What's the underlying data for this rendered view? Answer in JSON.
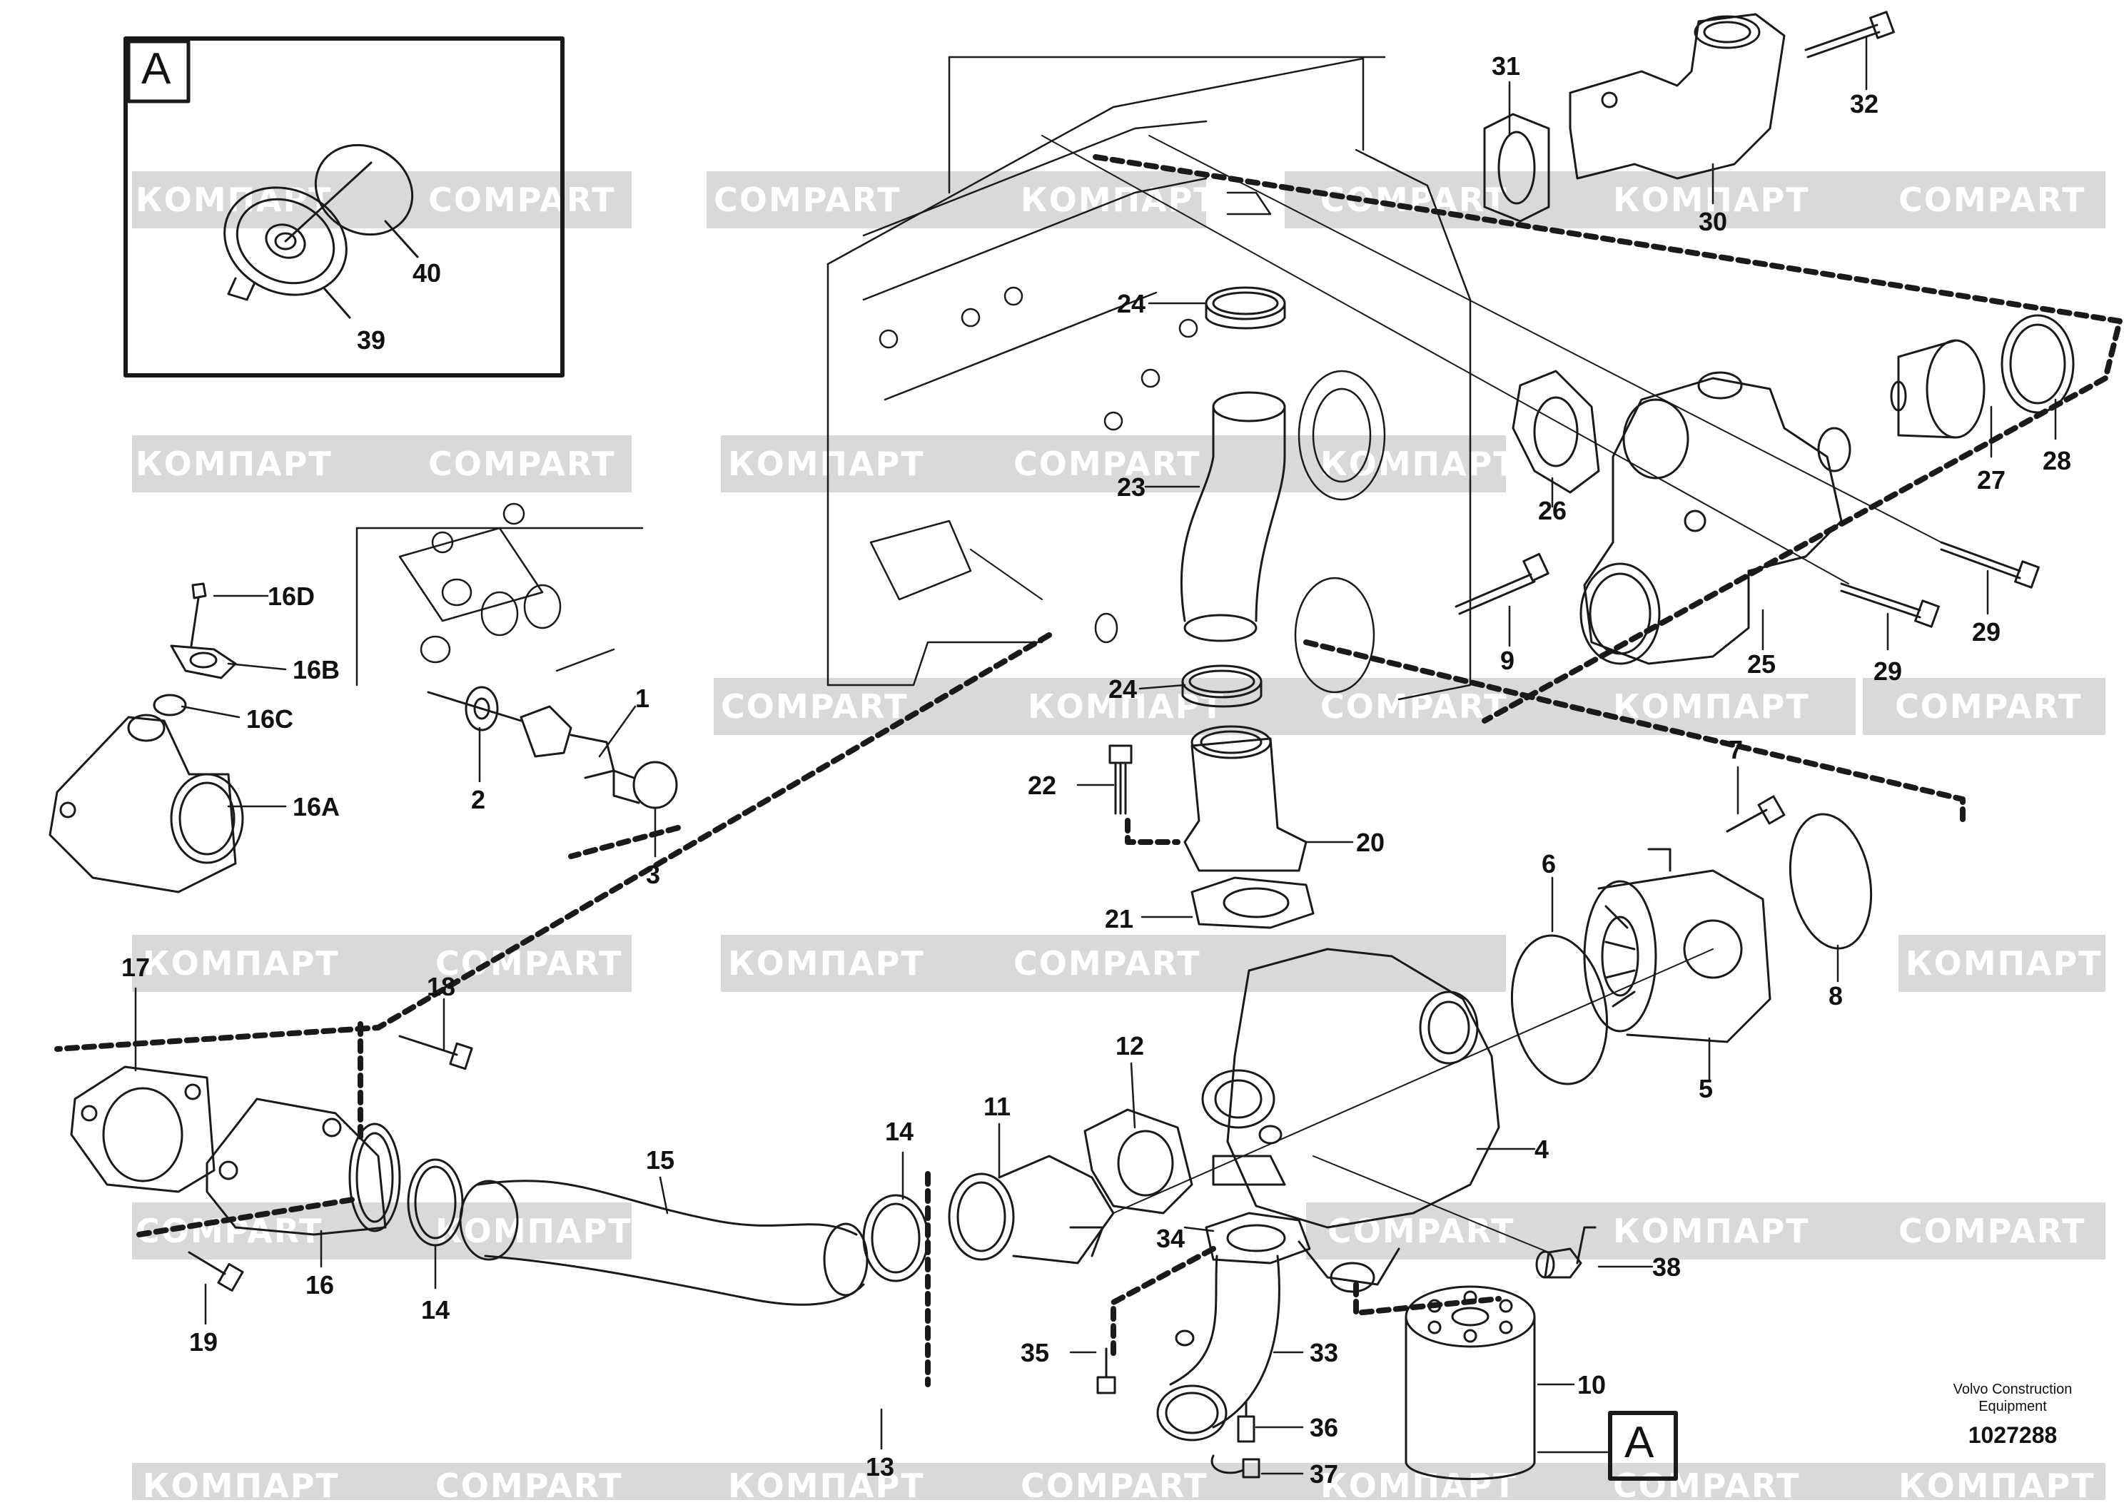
{
  "watermark": {
    "text_latin": "COMPART",
    "text_cyrillic": "КОМПАРТ"
  },
  "inset": {
    "title": "A",
    "labels": [
      "40",
      "39"
    ]
  },
  "callout": {
    "text": "A"
  },
  "credit": {
    "line1": "Volvo Construction",
    "line2": "Equipment",
    "number": "1027288"
  },
  "labels": {
    "l1": "1",
    "l2": "2",
    "l3": "3",
    "l4": "4",
    "l5": "5",
    "l6": "6",
    "l7": "7",
    "l8": "8",
    "l9": "9",
    "l10": "10",
    "l11": "11",
    "l12": "12",
    "l13": "13",
    "l14a": "14",
    "l14b": "14",
    "l15": "15",
    "l16": "16",
    "l16a": "16A",
    "l16b": "16B",
    "l16c": "16C",
    "l16d": "16D",
    "l17": "17",
    "l18": "18",
    "l19": "19",
    "l20": "20",
    "l21": "21",
    "l22": "22",
    "l23": "23",
    "l24a": "24",
    "l24b": "24",
    "l25": "25",
    "l26": "26",
    "l27": "27",
    "l28": "28",
    "l29a": "29",
    "l29b": "29",
    "l30": "30",
    "l31": "31",
    "l32": "32",
    "l33": "33",
    "l34": "34",
    "l35": "35",
    "l36": "36",
    "l37": "37",
    "l38": "38"
  }
}
